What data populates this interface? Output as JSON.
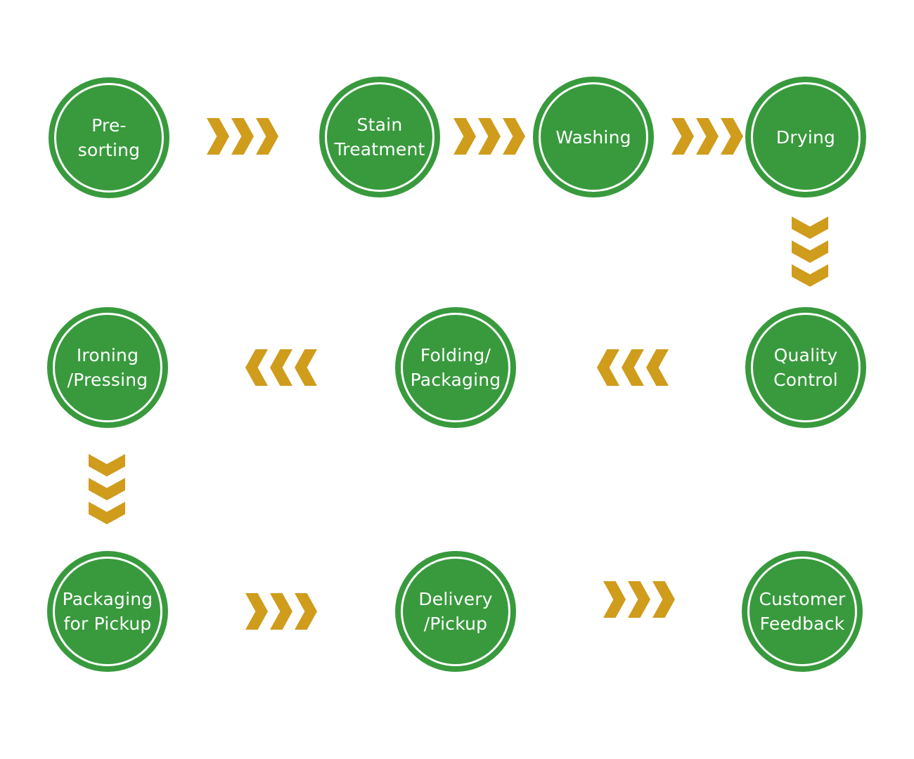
{
  "colors": {
    "node": "#389A3D",
    "ring": "#FFFFFF",
    "arrow": "#CF9C1C",
    "text": "#FFFFFF",
    "background": "#FFFFFF"
  },
  "nodes": [
    {
      "id": "pre-sorting",
      "label": "Pre-\nsorting"
    },
    {
      "id": "stain-treatment",
      "label": "Stain\nTreatment"
    },
    {
      "id": "washing",
      "label": "Washing"
    },
    {
      "id": "drying",
      "label": "Drying"
    },
    {
      "id": "quality-control",
      "label": "Quality\nControl"
    },
    {
      "id": "folding-packaging",
      "label": "Folding/\nPackaging"
    },
    {
      "id": "ironing-pressing",
      "label": "Ironing\n/Pressing"
    },
    {
      "id": "packaging-for-pickup",
      "label": "Packaging\nfor Pickup"
    },
    {
      "id": "delivery-pickup",
      "label": "Delivery\n/Pickup"
    },
    {
      "id": "customer-feedback",
      "label": "Customer\nFeedback"
    }
  ],
  "arrows": [
    {
      "name": "pre-sorting-to-stain-treatment",
      "direction": "right"
    },
    {
      "name": "stain-treatment-to-washing",
      "direction": "right"
    },
    {
      "name": "washing-to-drying",
      "direction": "right"
    },
    {
      "name": "drying-to-quality-control",
      "direction": "down"
    },
    {
      "name": "quality-control-to-folding-packaging",
      "direction": "left"
    },
    {
      "name": "folding-packaging-to-ironing-pressing",
      "direction": "left"
    },
    {
      "name": "ironing-pressing-to-packaging-for-pickup",
      "direction": "down"
    },
    {
      "name": "packaging-for-pickup-to-delivery-pickup",
      "direction": "right"
    },
    {
      "name": "delivery-pickup-to-customer-feedback",
      "direction": "right"
    }
  ]
}
